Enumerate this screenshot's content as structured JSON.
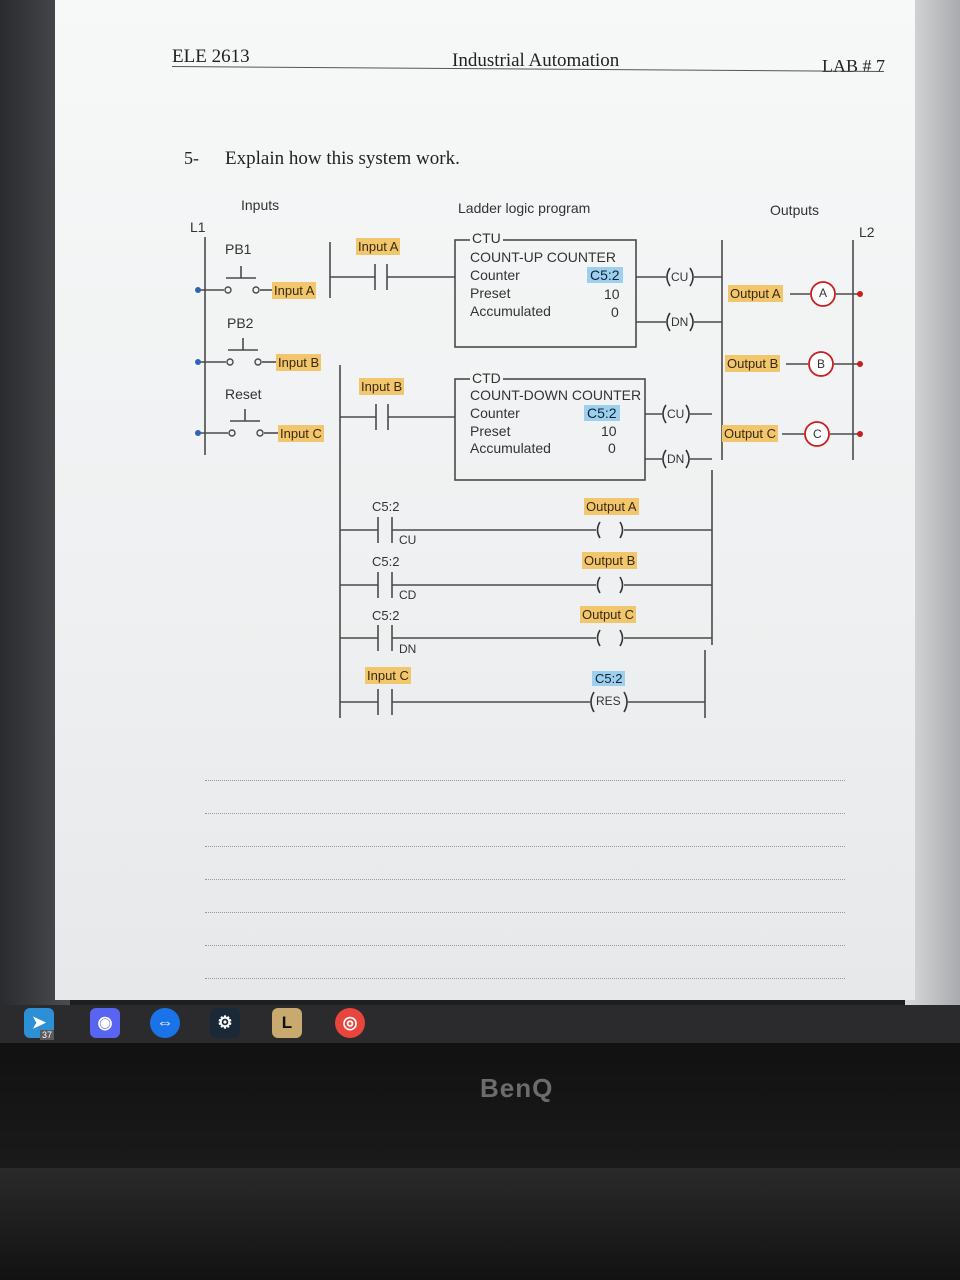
{
  "header": {
    "course": "ELE 2613",
    "title": "Industrial Automation",
    "lab": "LAB # 7"
  },
  "question": {
    "number": "5-",
    "text": "Explain how this system work."
  },
  "diagram": {
    "section_inputs": "Inputs",
    "section_program": "Ladder logic program",
    "section_outputs": "Outputs",
    "rail_left": "L1",
    "rail_right": "L2",
    "pb1": "PB1",
    "pb2": "PB2",
    "reset": "Reset",
    "input_a": "Input A",
    "input_b": "Input B",
    "input_c": "Input C",
    "output_a": "Output A",
    "output_b": "Output B",
    "output_c": "Output C",
    "lamp_a": "A",
    "lamp_b": "B",
    "lamp_c": "C",
    "ctu": {
      "type": "CTU",
      "name": "COUNT-UP COUNTER",
      "counter_label": "Counter",
      "counter_value": "C5:2",
      "preset_label": "Preset",
      "preset_value": "10",
      "acc_label": "Accumulated",
      "acc_value": "0",
      "coil1": "CU",
      "coil2": "DN"
    },
    "ctd": {
      "type": "CTD",
      "name": "COUNT-DOWN COUNTER",
      "counter_label": "Counter",
      "counter_value": "C5:2",
      "preset_label": "Preset",
      "preset_value": "10",
      "acc_label": "Accumulated",
      "acc_value": "0",
      "coil1": "CU",
      "coil2": "DN"
    },
    "rung3": {
      "addr": "C5:2",
      "bit": "CU",
      "coil_label": "Output A"
    },
    "rung4": {
      "addr": "C5:2",
      "bit": "CD",
      "coil_label": "Output B"
    },
    "rung5": {
      "addr": "C5:2",
      "bit": "DN",
      "coil_label": "Output C"
    },
    "rung6": {
      "contact_label": "Input C",
      "coil_addr": "C5:2",
      "coil_text": "RES"
    }
  },
  "monitor": {
    "brand": "BenQ",
    "taskbar_badge": "37"
  }
}
